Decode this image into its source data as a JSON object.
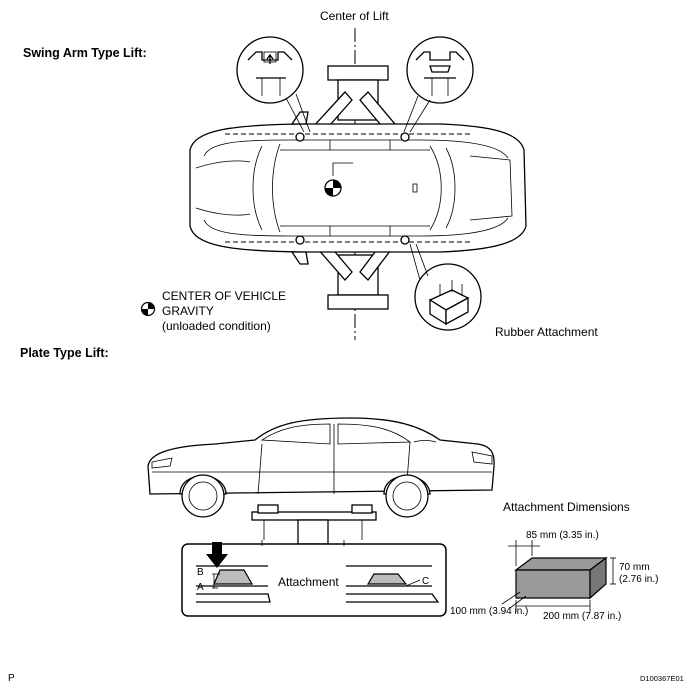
{
  "center_of_lift": "Center of Lift",
  "swing_arm_title": "Swing Arm Type Lift:",
  "plate_title": "Plate Type Lift:",
  "gravity": {
    "line1": "CENTER OF VEHICLE",
    "line2": "GRAVITY",
    "line3": "(unloaded condition)"
  },
  "rubber_attachment": "Rubber Attachment",
  "attachment_dimensions": "Attachment Dimensions",
  "attachment_label": "Attachment",
  "marker_a": "A",
  "marker_b": "B",
  "marker_c": "C",
  "dim_85": "85 mm (3.35 in.)",
  "dim_70_a": "70 mm",
  "dim_70_b": "(2.76 in.)",
  "dim_100": "100 mm (3.94 in.)",
  "dim_200": "200 mm (7.87 in.)",
  "corner_left": "P",
  "figure_code": "D100367E01"
}
